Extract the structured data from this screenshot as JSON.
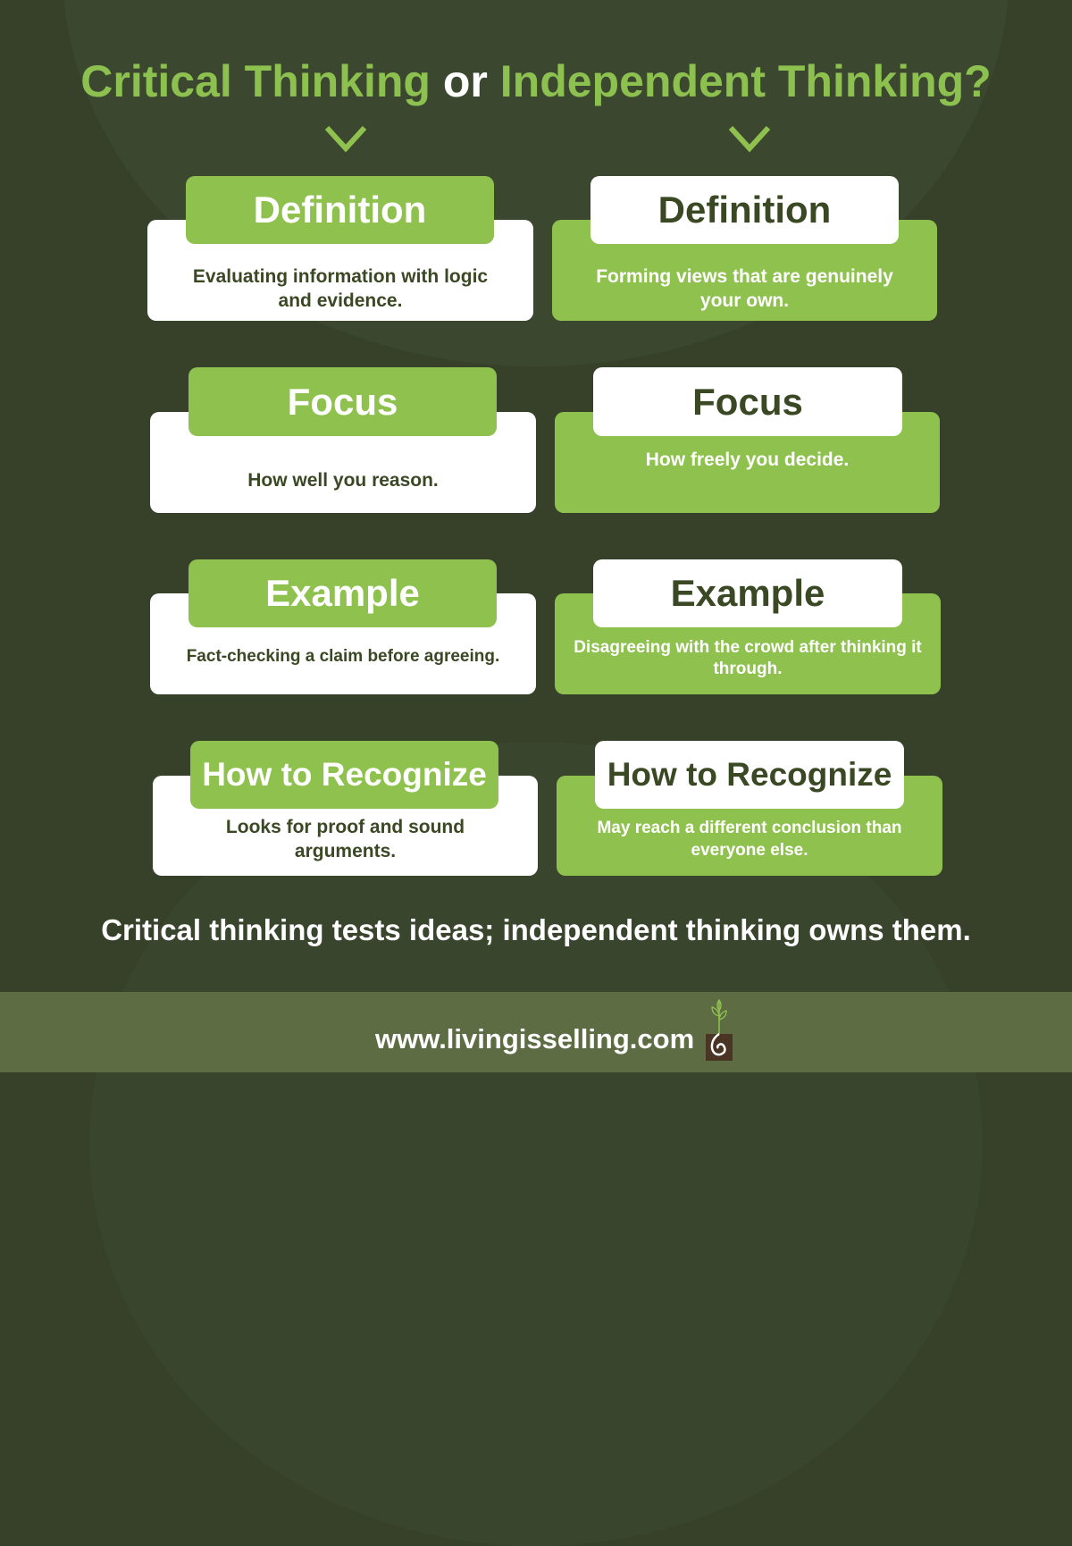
{
  "title": {
    "part1": "Critical Thinking",
    "connector": " or ",
    "part2": "Independent Thinking?"
  },
  "left": [
    {
      "heading": "Definition",
      "text": "Evaluating information with logic and evidence."
    },
    {
      "heading": "Focus",
      "text": "How well you reason."
    },
    {
      "heading": "Example",
      "text": "Fact-checking a claim before agreeing."
    },
    {
      "heading": "How to Recognize",
      "text": "Looks for proof and sound arguments."
    }
  ],
  "right": [
    {
      "heading": "Definition",
      "text": "Forming views that are genuinely your own."
    },
    {
      "heading": "Focus",
      "text": "How freely you decide."
    },
    {
      "heading": "Example",
      "text": "Disagreeing with the crowd after thinking it through."
    },
    {
      "heading": "How to Recognize",
      "text": "May reach a different conclusion than everyone else."
    }
  ],
  "tagline": "Critical thinking tests ideas; independent thinking owns them.",
  "footer": {
    "url": "www.livingisselling.com",
    "logo_icon": "sprout-spiral-logo"
  },
  "colors": {
    "background": "#37412a",
    "accent": "#8fc14f",
    "dark_text": "#3a4824",
    "footer": "#5e6c44"
  }
}
